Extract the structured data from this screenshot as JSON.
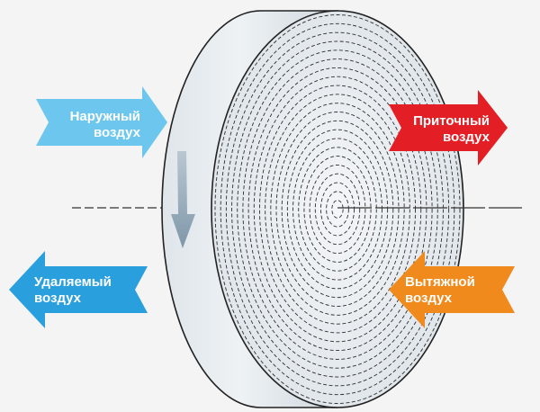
{
  "diagram": {
    "wheel": {
      "rotation_direction": "down"
    },
    "arrows": [
      {
        "id": "outdoor",
        "line1": "Наружный",
        "line2": "воздух",
        "color": "#6cc6ee",
        "direction": "right"
      },
      {
        "id": "supply",
        "line1": "Приточный",
        "line2": "воздух",
        "color": "#e31e24",
        "direction": "right"
      },
      {
        "id": "exhaust-out",
        "line1": "Удаляемый",
        "line2": "воздух",
        "color": "#2a9fde",
        "direction": "left"
      },
      {
        "id": "extract",
        "line1": "Вытяжной",
        "line2": "воздух",
        "color": "#f08a1c",
        "direction": "left"
      }
    ]
  }
}
